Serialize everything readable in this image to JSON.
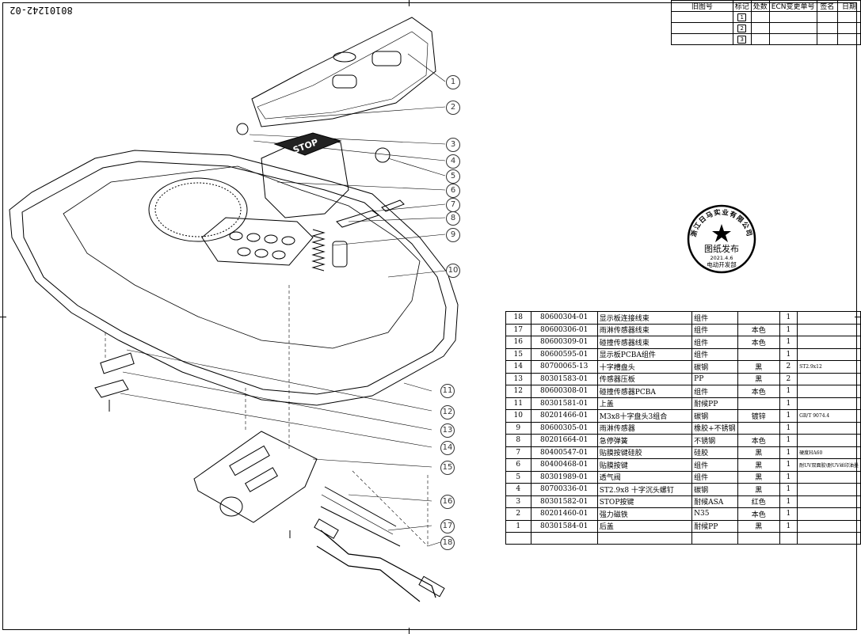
{
  "doc_number": "80101242-02",
  "revision_table": {
    "headers": [
      "旧图号",
      "标记",
      "处数",
      "ECN变更单号",
      "签名",
      "日期"
    ],
    "marks": [
      "1",
      "2",
      "3"
    ]
  },
  "stamp": {
    "org": "浙江日马实业有限公司",
    "title": "图纸发布",
    "date": "2021.4.6",
    "dept": "电动开发部"
  },
  "callouts": [
    "1",
    "2",
    "3",
    "4",
    "5",
    "6",
    "7",
    "8",
    "9",
    "10",
    "11",
    "12",
    "13",
    "14",
    "15",
    "16",
    "17",
    "18"
  ],
  "drawing_text": {
    "stop_label": "STOP"
  },
  "bom": [
    {
      "idx": "18",
      "pn": "80600304-01",
      "name": "显示板连接线束",
      "material": "组件",
      "color": "",
      "qty": "1",
      "remark": ""
    },
    {
      "idx": "17",
      "pn": "80600306-01",
      "name": "雨淋传感器线束",
      "material": "组件",
      "color": "本色",
      "qty": "1",
      "remark": ""
    },
    {
      "idx": "16",
      "pn": "80600309-01",
      "name": "碰撞传感器线束",
      "material": "组件",
      "color": "本色",
      "qty": "1",
      "remark": ""
    },
    {
      "idx": "15",
      "pn": "80600595-01",
      "name": "显示板PCBA组件",
      "material": "组件",
      "color": "",
      "qty": "1",
      "remark": ""
    },
    {
      "idx": "14",
      "pn": "80700065-13",
      "name": "十字槽盘头",
      "material": "碳钢",
      "color": "黑",
      "qty": "2",
      "remark": "ST2.9x12"
    },
    {
      "idx": "13",
      "pn": "80301583-01",
      "name": "传感器压板",
      "material": "PP",
      "color": "黑",
      "qty": "2",
      "remark": ""
    },
    {
      "idx": "12",
      "pn": "80600308-01",
      "name": "碰撞传感器PCBA",
      "material": "组件",
      "color": "本色",
      "qty": "1",
      "remark": ""
    },
    {
      "idx": "11",
      "pn": "80301581-01",
      "name": "上盖",
      "material": "耐候PP",
      "color": "",
      "qty": "1",
      "remark": ""
    },
    {
      "idx": "10",
      "pn": "80201466-01",
      "name": "M3x8十字盘头3组合",
      "material": "碳钢",
      "color": "镀锌",
      "qty": "1",
      "remark": "GB/T 9074.4"
    },
    {
      "idx": "9",
      "pn": "80600305-01",
      "name": "雨淋传感器",
      "material": "橡胶+不锈钢",
      "color": "",
      "qty": "1",
      "remark": ""
    },
    {
      "idx": "8",
      "pn": "80201664-01",
      "name": "急停弹簧",
      "material": "不锈钢",
      "color": "本色",
      "qty": "1",
      "remark": ""
    },
    {
      "idx": "7",
      "pn": "80400547-01",
      "name": "贴膜按键硅胶",
      "material": "硅胶",
      "color": "黑",
      "qty": "1",
      "remark": "硬度HA60"
    },
    {
      "idx": "6",
      "pn": "80400468-01",
      "name": "贴膜按键",
      "material": "组件",
      "color": "黑",
      "qty": "1",
      "remark": "耐UV双面胶\\耐UV丝印油墨"
    },
    {
      "idx": "5",
      "pn": "80301989-01",
      "name": "透气阀",
      "material": "组件",
      "color": "黑",
      "qty": "1",
      "remark": ""
    },
    {
      "idx": "4",
      "pn": "80700336-01",
      "name": "ST2.9x8 十字沉头螺钉",
      "material": "碳钢",
      "color": "黑",
      "qty": "1",
      "remark": ""
    },
    {
      "idx": "3",
      "pn": "80301582-01",
      "name": "STOP按键",
      "material": "耐候ASA",
      "color": "红色",
      "qty": "1",
      "remark": ""
    },
    {
      "idx": "2",
      "pn": "80201460-01",
      "name": "强力磁铁",
      "material": "N35",
      "color": "本色",
      "qty": "1",
      "remark": ""
    },
    {
      "idx": "1",
      "pn": "80301584-01",
      "name": "后盖",
      "material": "耐候PP",
      "color": "黑",
      "qty": "1",
      "remark": ""
    }
  ]
}
